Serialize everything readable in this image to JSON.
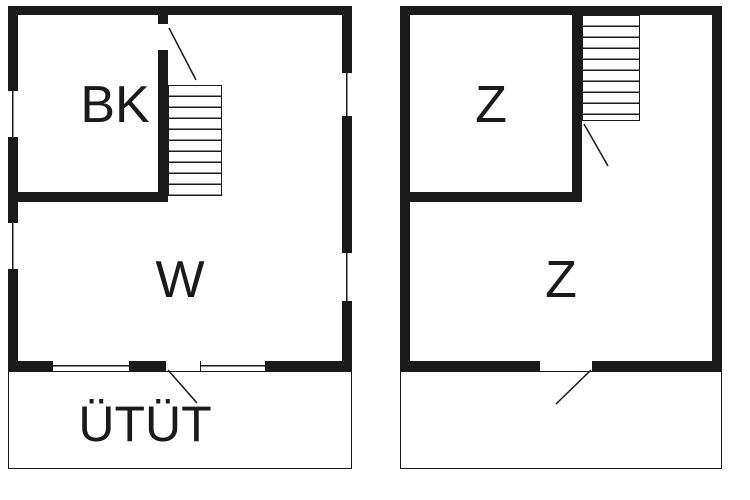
{
  "colors": {
    "wall": "#1a1a1a",
    "background": "#ffffff"
  },
  "left_plan": {
    "room_bk_label": "BK",
    "room_w_label": "W",
    "terrace_label": "ÜTÜT"
  },
  "right_plan": {
    "room_z_upper_label": "Z",
    "room_z_lower_label": "Z"
  }
}
